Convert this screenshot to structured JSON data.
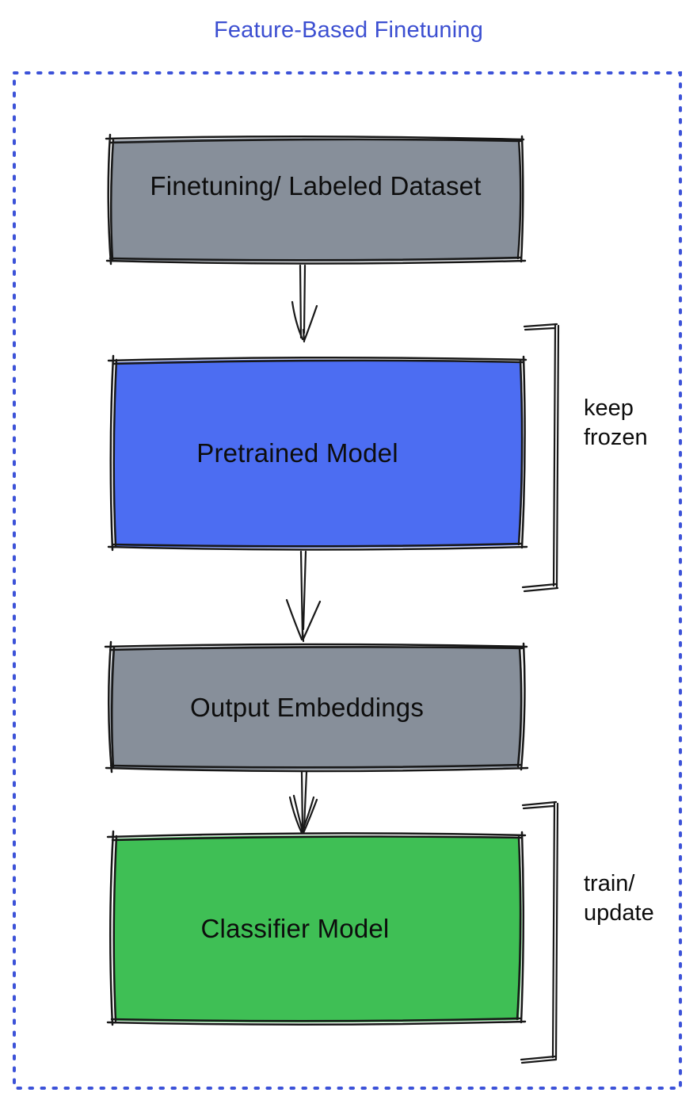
{
  "title": "Feature-Based Finetuning",
  "colors": {
    "title_blue": "#3c4fd1",
    "frame_dotted_blue": "#3c52d8",
    "box_gray": "#878f9a",
    "box_blue": "#4c6df2",
    "box_green": "#3fbf55",
    "ink_black": "#181818"
  },
  "diagram": {
    "nodes": [
      {
        "id": "dataset",
        "label": "Finetuning/ Labeled Dataset",
        "fill": "gray"
      },
      {
        "id": "pretrained",
        "label": "Pretrained Model",
        "fill": "blue"
      },
      {
        "id": "embeddings",
        "label": "Output Embeddings",
        "fill": "gray"
      },
      {
        "id": "classifier",
        "label": "Classifier Model",
        "fill": "green"
      }
    ],
    "edges": [
      {
        "from": "dataset",
        "to": "pretrained"
      },
      {
        "from": "pretrained",
        "to": "embeddings"
      },
      {
        "from": "embeddings",
        "to": "classifier"
      }
    ],
    "annotations": [
      {
        "target": "pretrained",
        "label": "keep\nfrozen"
      },
      {
        "target": "classifier",
        "label": "train/\nupdate"
      }
    ]
  }
}
